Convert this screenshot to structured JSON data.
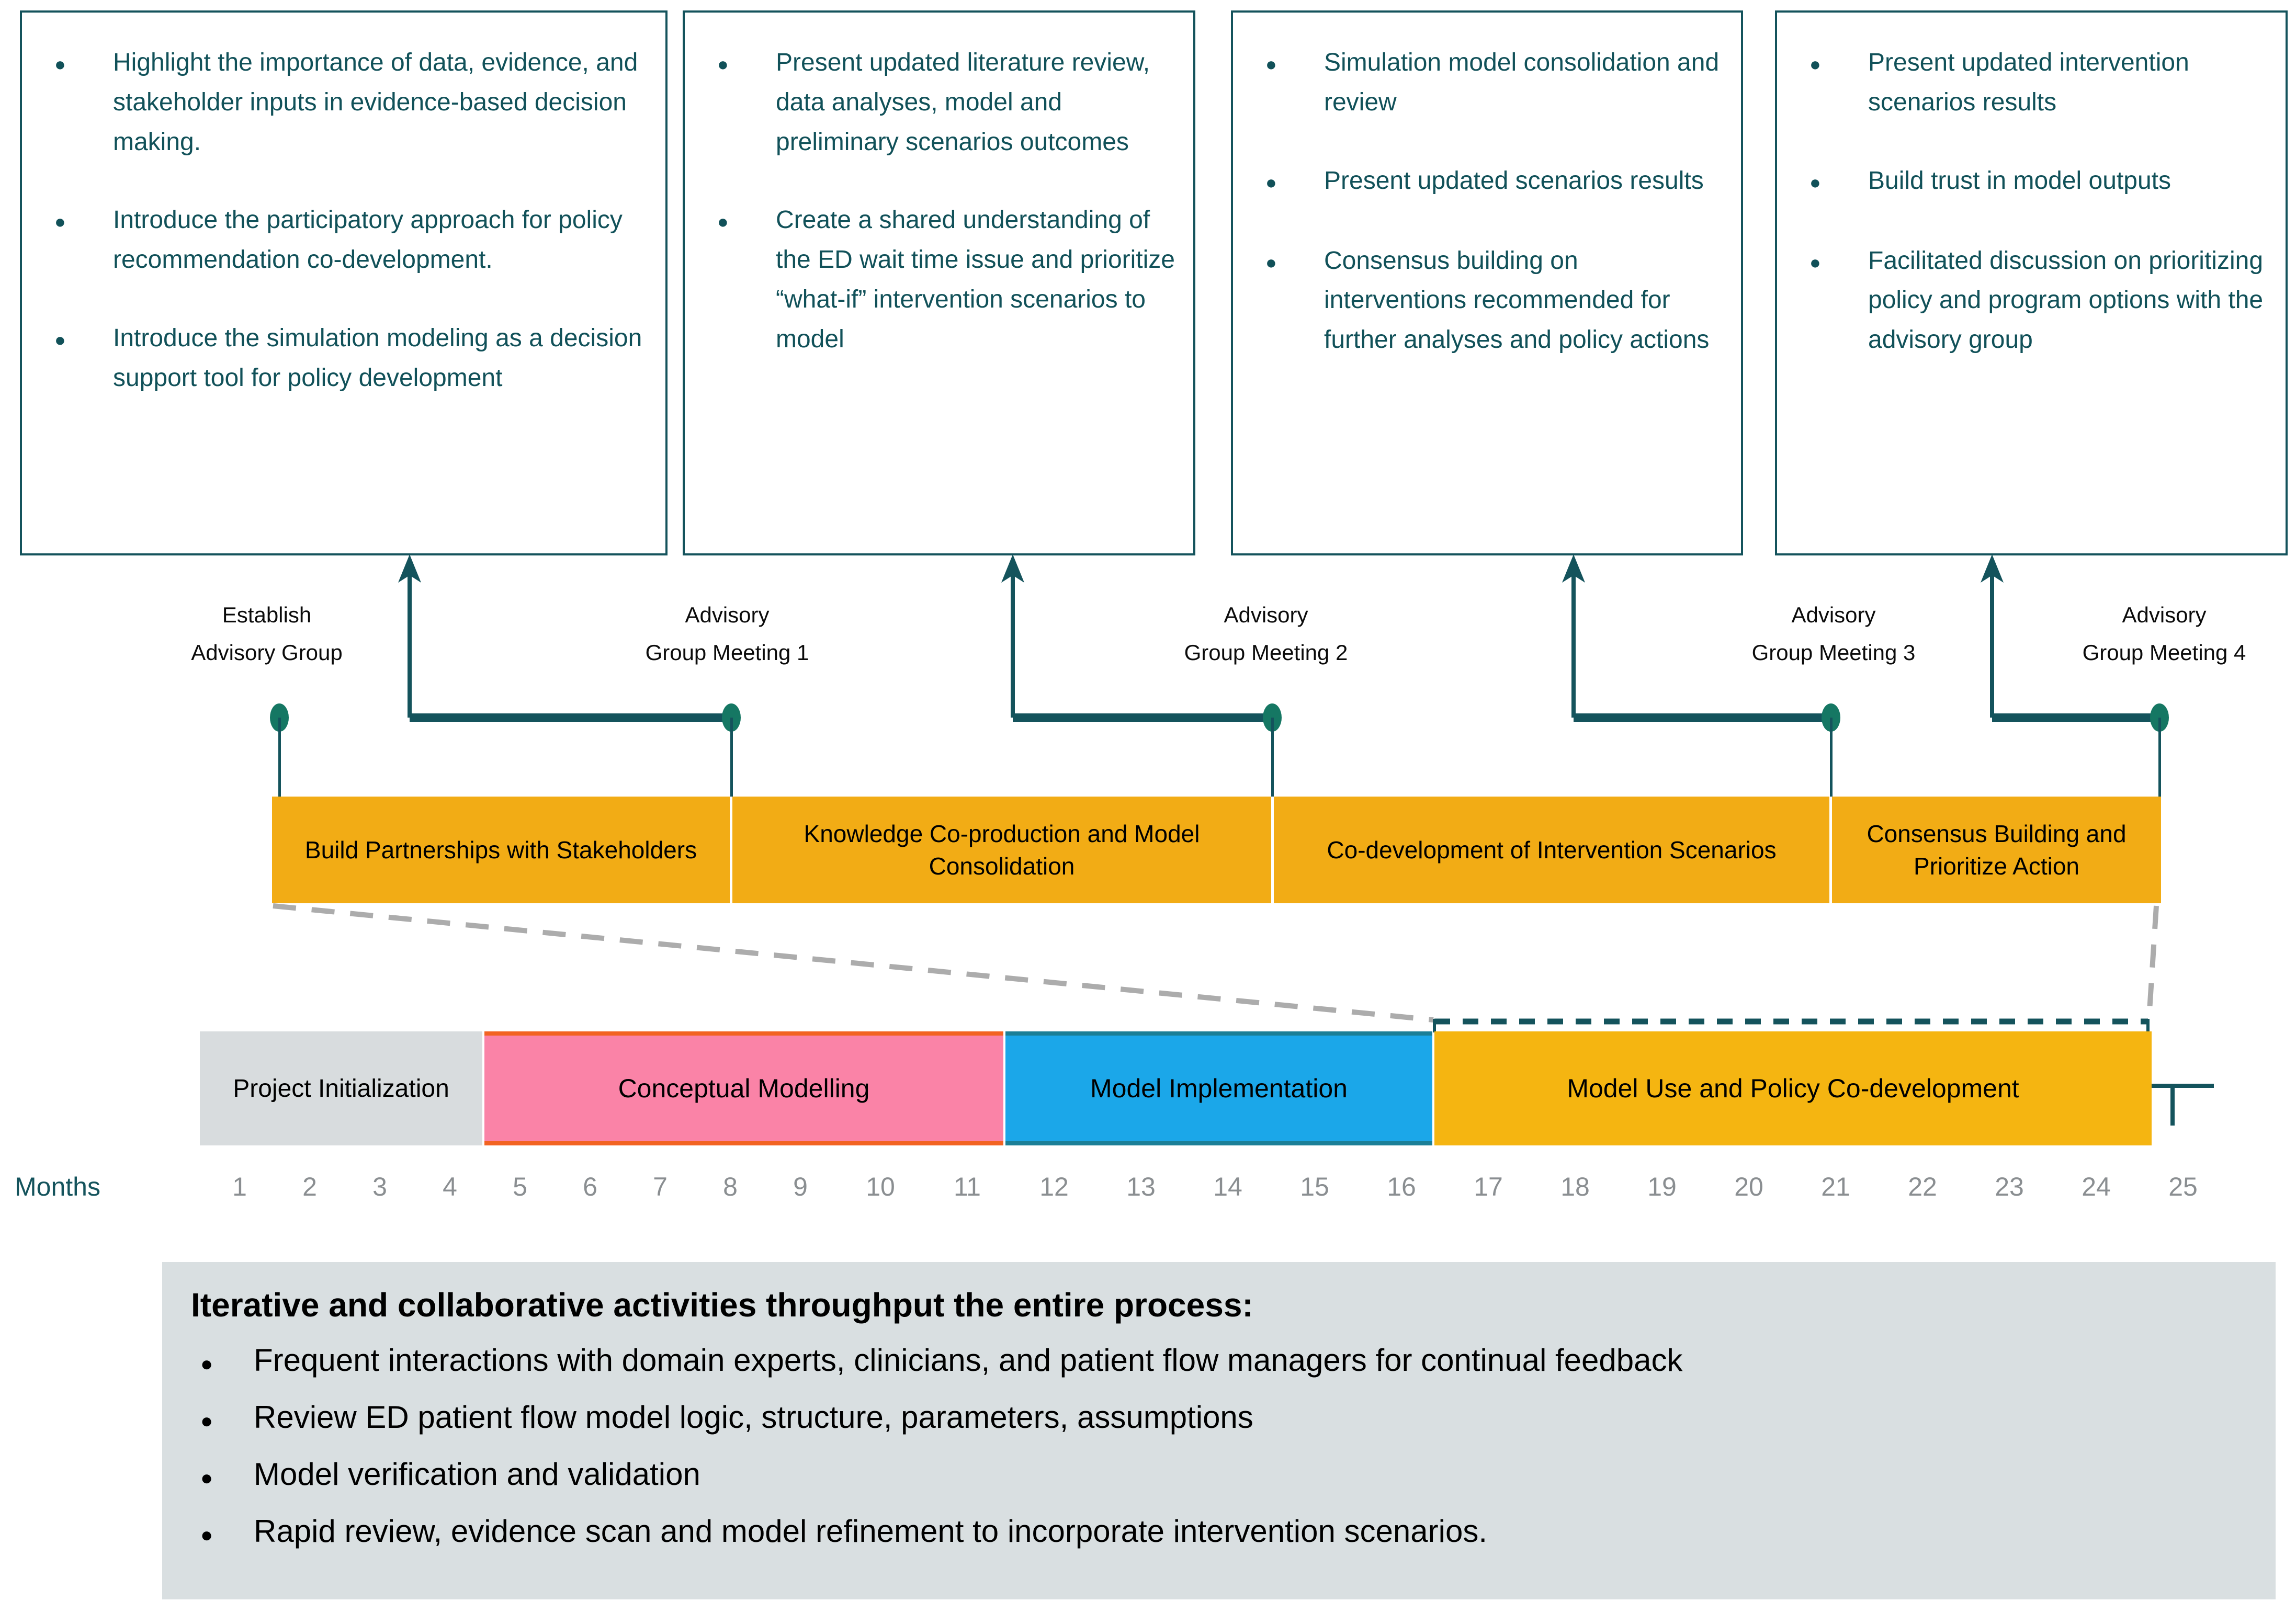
{
  "meeting_boxes": [
    {
      "bullets": [
        "Highlight the importance of data, evidence, and stakeholder inputs in evidence-based decision making.",
        "Introduce the participatory approach for policy recommendation co-development.",
        "Introduce the simulation modeling as a decision support tool for policy development"
      ]
    },
    {
      "bullets": [
        "Present updated literature review, data analyses, model and preliminary scenarios outcomes",
        "Create a shared understanding of the ED wait time issue and prioritize “what-if” intervention scenarios to model"
      ]
    },
    {
      "bullets": [
        "Simulation model consolidation and review",
        "Present updated scenarios results",
        "Consensus building on interventions recommended for further analyses and policy actions"
      ]
    },
    {
      "bullets": [
        "Present updated intervention scenarios results",
        "Build trust in model outputs",
        "Facilitated discussion on prioritizing policy and program options with the advisory group"
      ]
    }
  ],
  "milestones": [
    {
      "label": "Establish\nAdvisory Group"
    },
    {
      "label": "Advisory\nGroup Meeting 1"
    },
    {
      "label": "Advisory\nGroup Meeting 2"
    },
    {
      "label": "Advisory\nGroup Meeting 3"
    },
    {
      "label": "Advisory\nGroup Meeting 4"
    }
  ],
  "advisory_bar": {
    "segments": [
      "Build Partnerships with Stakeholders",
      "Knowledge Co-production and Model Consolidation",
      "Co-development of Intervention Scenarios",
      "Consensus Building and Prioritize Action"
    ]
  },
  "timeline": {
    "segments": [
      "Project Initialization",
      "Conceptual Modelling",
      "Model Implementation",
      "Model Use and Policy Co-development"
    ]
  },
  "months": {
    "axis_label": "Months",
    "values": [
      "1",
      "2",
      "3",
      "4",
      "5",
      "6",
      "7",
      "8",
      "9",
      "10",
      "11",
      "12",
      "13",
      "14",
      "15",
      "16",
      "17",
      "18",
      "19",
      "20",
      "21",
      "22",
      "23",
      "24",
      "25"
    ]
  },
  "activities": {
    "heading": "Iterative and collaborative activities throughput the entire process:",
    "bullets": [
      "Frequent interactions with domain experts, clinicians, and patient flow managers for continual feedback",
      "Review ED patient flow model logic, structure, parameters, assumptions",
      "Model verification and validation",
      "Rapid review, evidence scan and model refinement to incorporate intervention scenarios."
    ]
  },
  "colors": {
    "teal_line": "#14535C",
    "dot_green": "#157763",
    "amber_bar": "#F2AC15",
    "amber_timeline": "#F5B511",
    "pink": "#FA83A7",
    "pink_border": "#F26322",
    "blue": "#1BA7E9",
    "blue_border": "#1B7F97",
    "gray_segment": "#D8DCDE",
    "gray_panel": "#D9DFE1",
    "month_text": "#8A8E91",
    "dashed_gray": "#ACACAC",
    "box_text": "#115159"
  }
}
